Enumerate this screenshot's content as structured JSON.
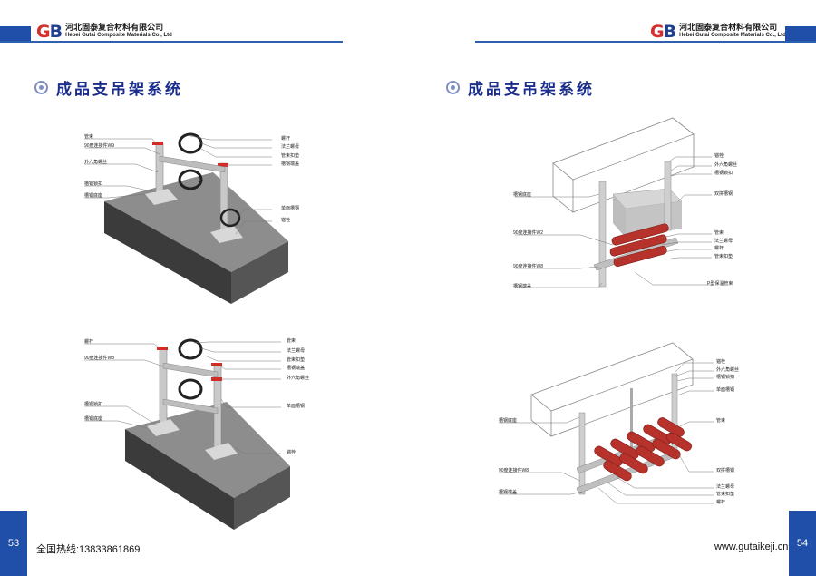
{
  "company": {
    "logo_text_g": "G",
    "logo_text_b": "B",
    "name_cn": "河北固泰复合材料有限公司",
    "name_en": "Hebei Gutai Composite Materials Co., Ltd"
  },
  "left_page": {
    "section_title": "成品支吊架系统",
    "page_number": "53",
    "footer": "全国热线:13833861869",
    "fig1_labels": [
      "管束",
      "90度连接件W9",
      "外六角螺丝",
      "槽钢锁扣",
      "槽钢底座",
      "螺杆",
      "法兰螺母",
      "管束扣垫",
      "槽钢端盖",
      "单面槽钢",
      "锚栓"
    ],
    "fig2_labels": [
      "螺杆",
      "90度连接件W8",
      "槽钢锁扣",
      "槽钢底座",
      "管束",
      "法兰螺母",
      "管束扣垫",
      "槽钢端盖",
      "外六角螺丝",
      "单面槽钢",
      "锚栓"
    ]
  },
  "right_page": {
    "section_title": "成品支吊架系统",
    "page_number": "54",
    "footer": "www.gutaikeji.cn",
    "fig3_labels": [
      "锚栓",
      "外六角螺丝",
      "槽钢锁扣",
      "双拼槽钢",
      "槽钢底座",
      "管束",
      "法兰螺母",
      "螺杆",
      "管束扣垫",
      "90度连接件W2",
      "90度连接件W8",
      "P型保温管束",
      "槽钢端盖"
    ],
    "fig4_labels": [
      "锚栓",
      "外六角螺丝",
      "槽钢锁扣",
      "单面槽钢",
      "槽钢底座",
      "管束",
      "双拼槽钢",
      "90度连接件W8",
      "法兰螺母",
      "管束扣垫",
      "槽钢端盖",
      "螺杆"
    ]
  },
  "colors": {
    "brand_blue": "#1f4fa8",
    "title_blue": "#1a2d8c",
    "logo_red": "#d32f2f",
    "pipe_red": "#b8322c",
    "base_dark": "#4a4a4a"
  }
}
